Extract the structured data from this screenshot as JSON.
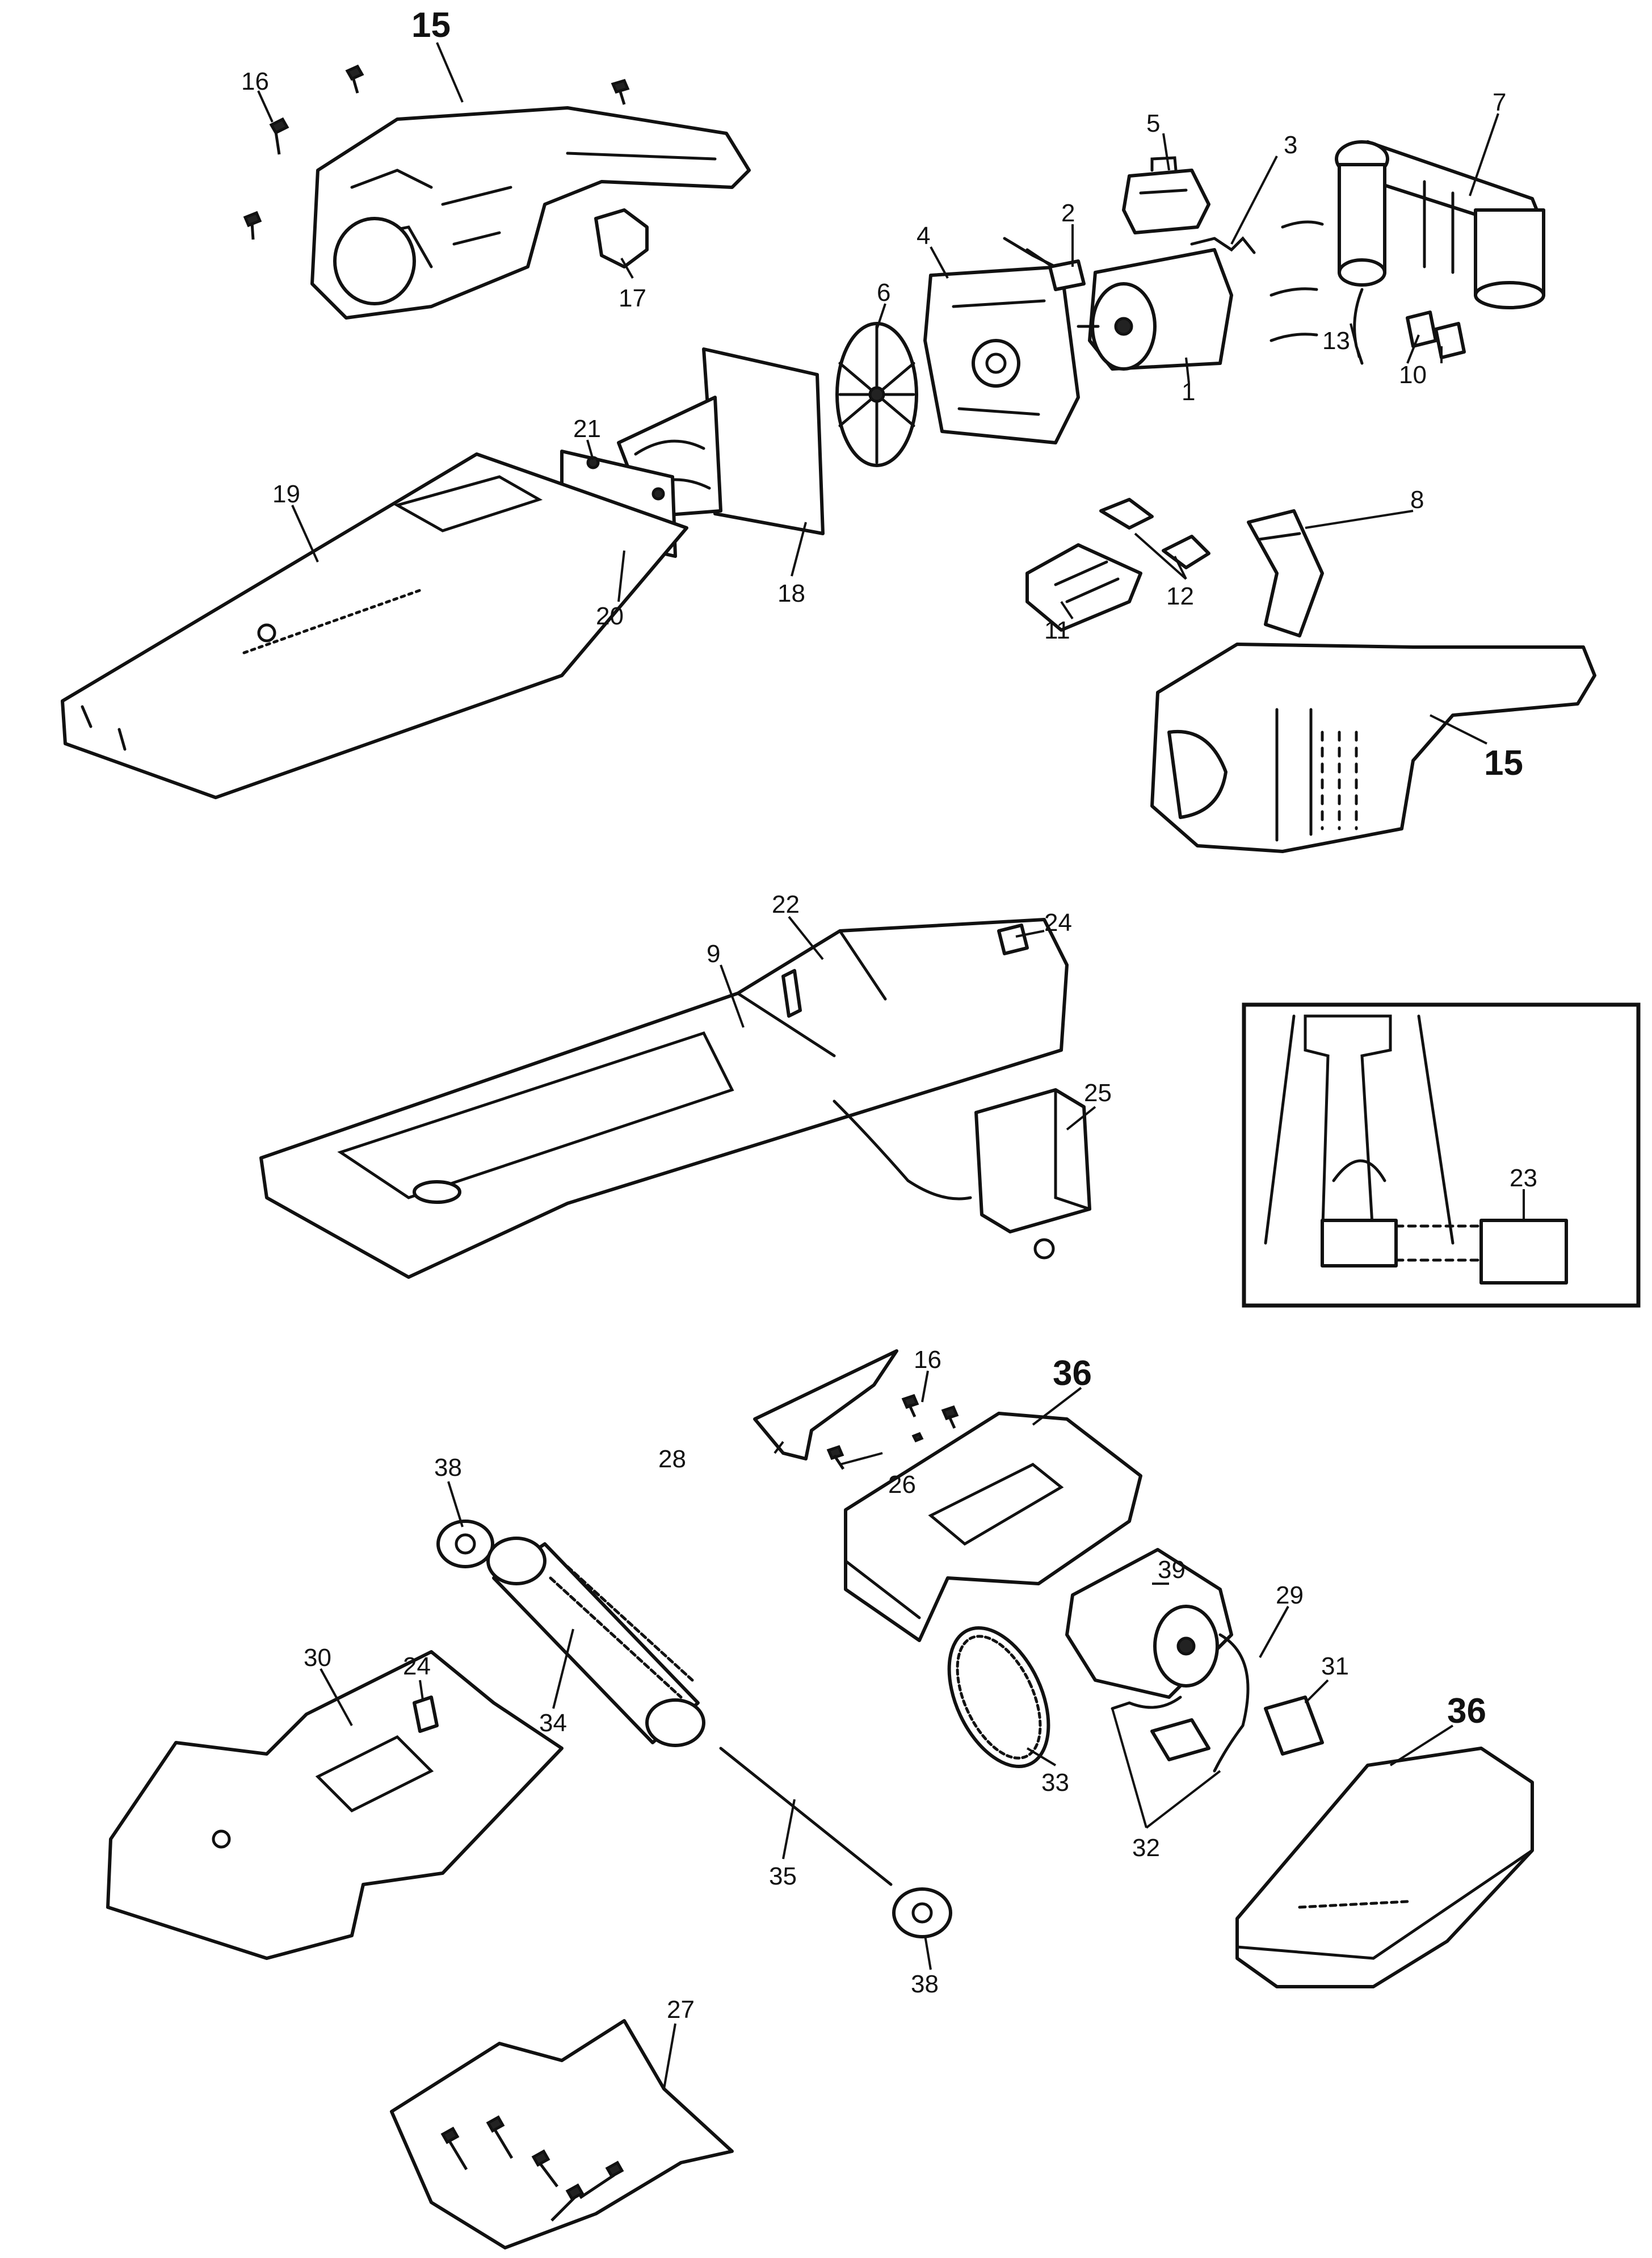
{
  "labels": {
    "l1": "1",
    "l2": "2",
    "l3": "3",
    "l4": "4",
    "l5": "5",
    "l6": "6",
    "l7": "7",
    "l8": "8",
    "l9": "9",
    "l10": "10",
    "l11": "11",
    "l12": "12",
    "l13": "13",
    "l15a": "15",
    "l15b": "15",
    "l16a": "16",
    "l16b": "16",
    "l17": "17",
    "l18": "18",
    "l19": "19",
    "l20": "20",
    "l21": "21",
    "l22": "22",
    "l23": "23",
    "l24a": "24",
    "l24b": "24",
    "l25": "25",
    "l26": "26",
    "l27": "27",
    "l28": "28",
    "l29": "29",
    "l30": "30",
    "l31": "31",
    "l32": "32",
    "l33": "33",
    "l34": "34",
    "l35": "35",
    "l36a": "36",
    "l36b": "36",
    "l38a": "38",
    "l38b": "38",
    "l39": "39"
  }
}
